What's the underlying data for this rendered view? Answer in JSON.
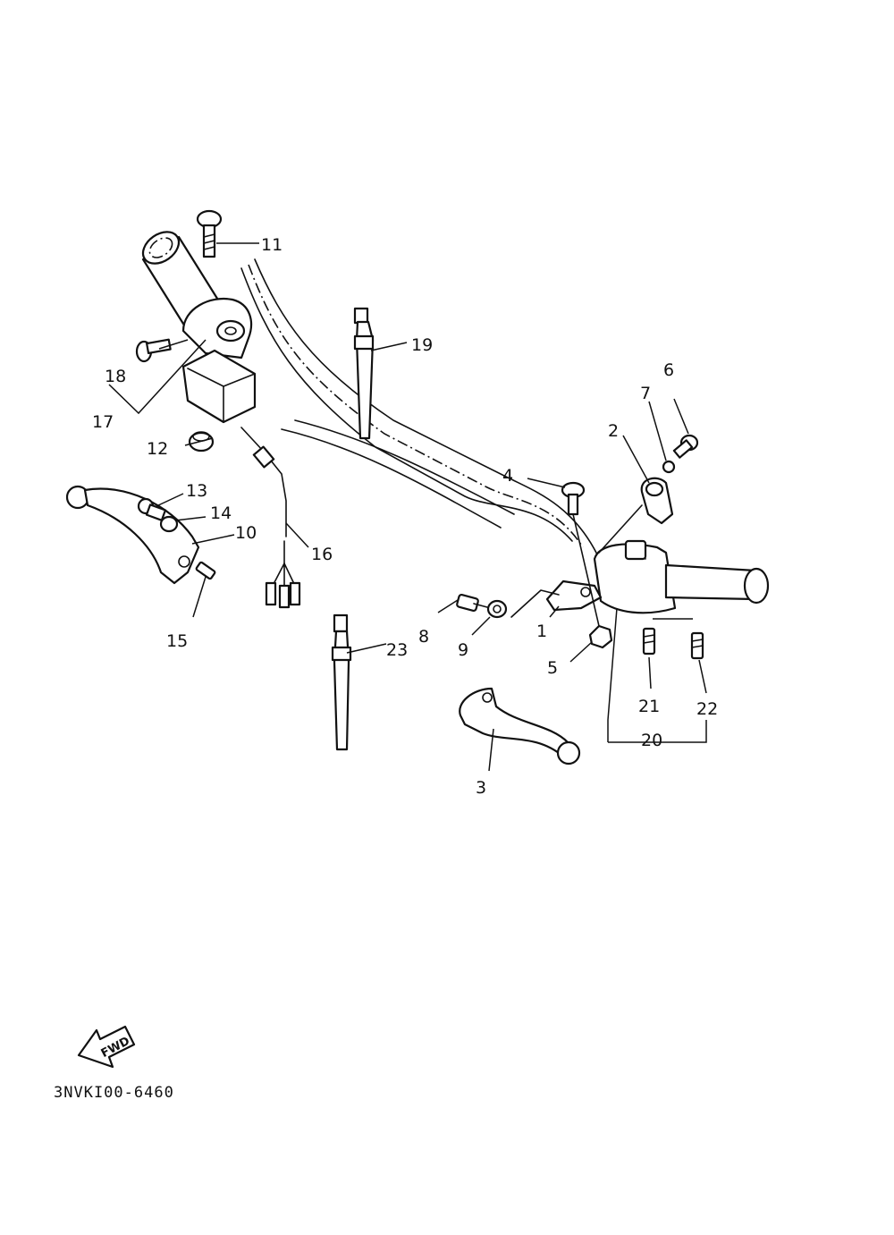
{
  "callouts": {
    "c1": "1",
    "c2": "2",
    "c3": "3",
    "c4": "4",
    "c5": "5",
    "c6": "6",
    "c7": "7",
    "c8": "8",
    "c9": "9",
    "c10": "10",
    "c11": "11",
    "c12": "12",
    "c13": "13",
    "c14": "14",
    "c15": "15",
    "c16": "16",
    "c17": "17",
    "c18": "18",
    "c19": "19",
    "c20": "20",
    "c21": "21",
    "c22": "22",
    "c23": "23"
  },
  "fwd_label": "FWD",
  "drawing_code": "3NVKI00-6460"
}
